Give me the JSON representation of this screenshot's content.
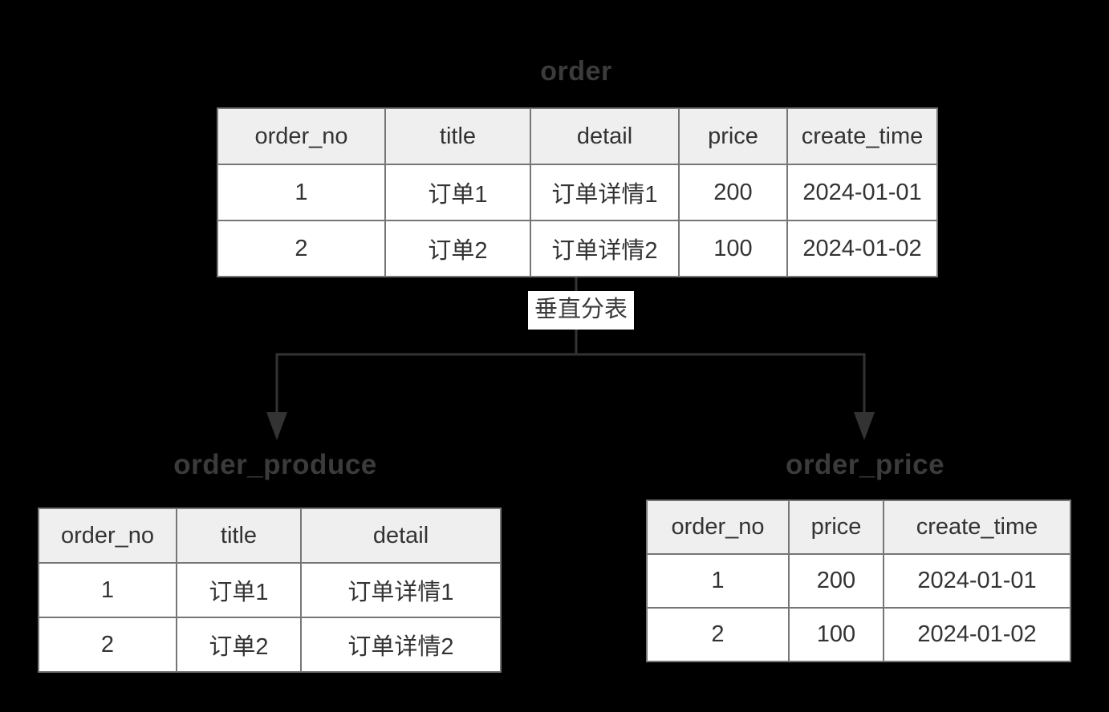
{
  "diagram": {
    "split_label": "垂直分表",
    "colors": {
      "background": "#000000",
      "header_bg": "#efefef",
      "cell_bg": "#ffffff",
      "border": "#767676",
      "title_text": "#3b3b3b",
      "cell_text": "#333333",
      "connector": "#333333",
      "label_bg": "#ffffff"
    }
  },
  "tables": {
    "order": {
      "title": "order",
      "columns": [
        "order_no",
        "title",
        "detail",
        "price",
        "create_time"
      ],
      "rows": [
        [
          "1",
          "订单1",
          "订单详情1",
          "200",
          "2024-01-01"
        ],
        [
          "2",
          "订单2",
          "订单详情2",
          "100",
          "2024-01-02"
        ]
      ]
    },
    "order_produce": {
      "title": "order_produce",
      "columns": [
        "order_no",
        "title",
        "detail"
      ],
      "rows": [
        [
          "1",
          "订单1",
          "订单详情1"
        ],
        [
          "2",
          "订单2",
          "订单详情2"
        ]
      ]
    },
    "order_price": {
      "title": "order_price",
      "columns": [
        "order_no",
        "price",
        "create_time"
      ],
      "rows": [
        [
          "1",
          "200",
          "2024-01-01"
        ],
        [
          "2",
          "100",
          "2024-01-02"
        ]
      ]
    }
  }
}
